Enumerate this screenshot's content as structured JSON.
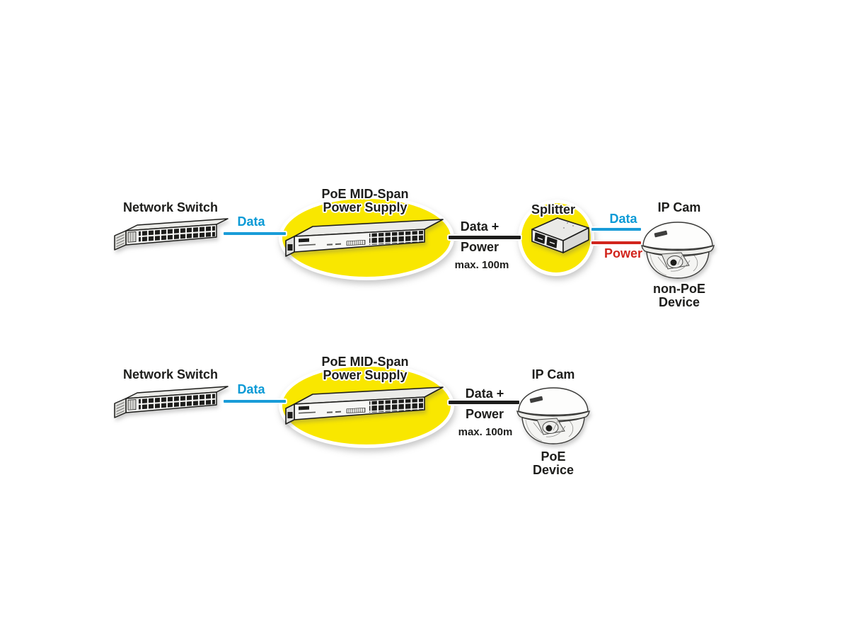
{
  "colors": {
    "highlight_yellow": "#f9e700",
    "data_blue": "#0b9ad6",
    "power_red": "#d2251d",
    "line_black": "#1d1d1b"
  },
  "diagram_top": {
    "network_switch_label": "Network Switch",
    "data_link_label": "Data",
    "midspan_title_1": "PoE MID-Span",
    "midspan_title_2": "Power Supply",
    "trunk_label_1": "Data +",
    "trunk_label_2": "Power",
    "trunk_max_length": "max. 100m",
    "splitter_label": "Splitter",
    "split_data_label": "Data",
    "split_power_label": "Power",
    "camera_label": "IP Cam",
    "device_note_1": "non-PoE",
    "device_note_2": "Device"
  },
  "diagram_bottom": {
    "network_switch_label": "Network Switch",
    "data_link_label": "Data",
    "midspan_title_1": "PoE MID-Span",
    "midspan_title_2": "Power Supply",
    "trunk_label_1": "Data +",
    "trunk_label_2": "Power",
    "trunk_max_length": "max. 100m",
    "camera_label": "IP Cam",
    "device_note_1": "PoE",
    "device_note_2": "Device"
  }
}
